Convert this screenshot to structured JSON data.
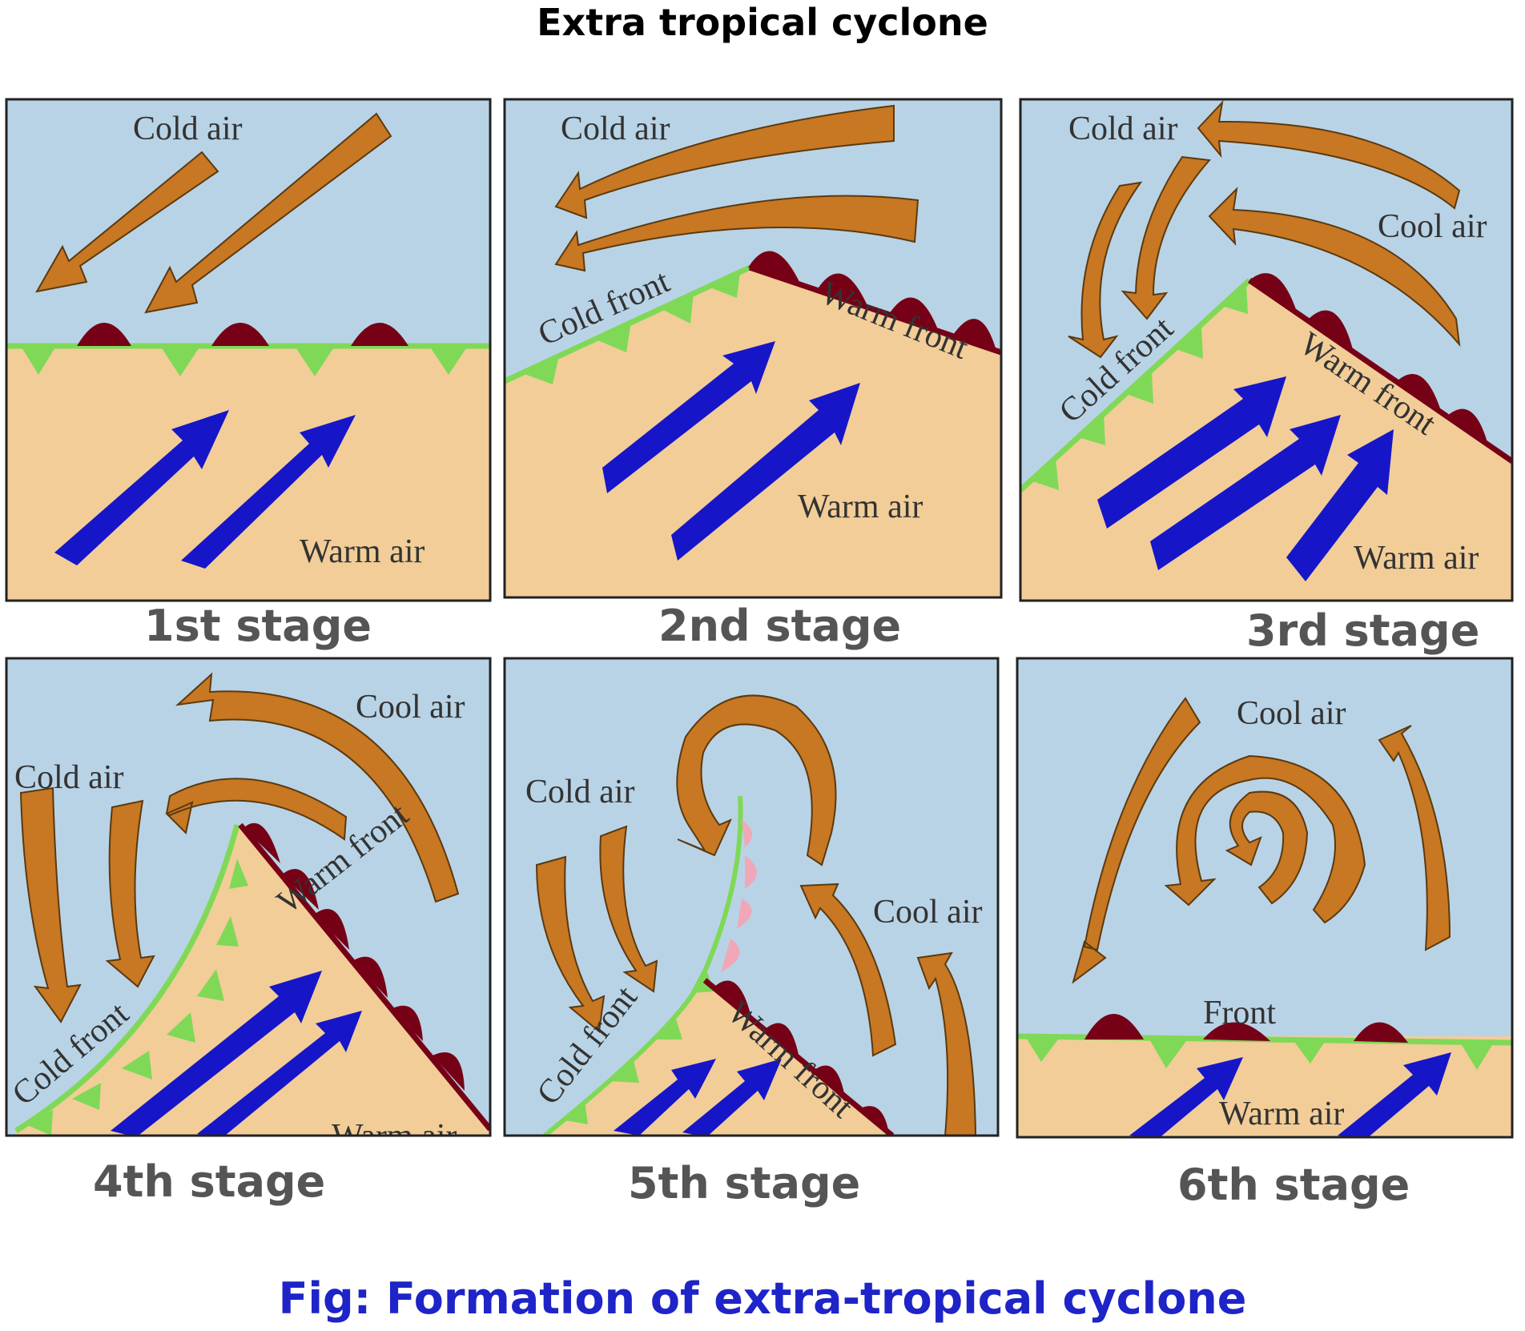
{
  "title": "Extra tropical cyclone",
  "caption": "Fig: Formation of extra-tropical cyclone",
  "colors": {
    "sky": "#b9d3e6",
    "ground": "#f2cd98",
    "cold_arrow": "#c87722",
    "warm_arrow": "#1616c8",
    "cold_front": "#7fd957",
    "warm_front": "#760016",
    "occluded_marker": "#f0a8b8",
    "caption": "#1e24c8"
  },
  "stages": [
    {
      "label": "1st stage",
      "texts": {
        "cold": "Cold air",
        "warm": "Warm air"
      }
    },
    {
      "label": "2nd stage",
      "texts": {
        "cold": "Cold air",
        "cold_front": "Cold front",
        "warm_front": "Warm front",
        "warm": "Warm air"
      }
    },
    {
      "label": "3rd stage",
      "texts": {
        "cold": "Cold air",
        "cool": "Cool air",
        "cold_front": "Cold front",
        "warm_front": "Warm front",
        "warm": "Warm air"
      }
    },
    {
      "label": "4th stage",
      "texts": {
        "cool": "Cool air",
        "cold": "Cold air",
        "cold_front": "Cold front",
        "warm_front": "Warm front",
        "warm": "Warm air"
      }
    },
    {
      "label": "5th stage",
      "texts": {
        "cold": "Cold air",
        "cool": "Cool air",
        "cold_front": "Cold front",
        "warm_front": "Warm front"
      }
    },
    {
      "label": "6th stage",
      "texts": {
        "cool": "Cool air",
        "front": "Front",
        "warm": "Warm air"
      }
    }
  ]
}
